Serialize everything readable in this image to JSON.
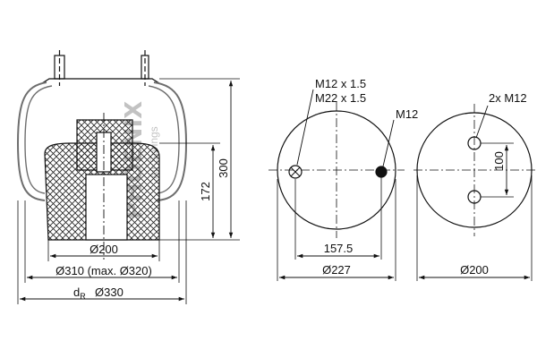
{
  "colors": {
    "line": "#111111",
    "rubber": "#6e6e6e",
    "watermark": "#9a9a9a",
    "hatch": "#222222"
  },
  "watermark": {
    "brand": "PHOENIX",
    "sub": "Air Springs"
  },
  "side_view": {
    "labels": {
      "height_total": "300",
      "height_piston": "172",
      "dia_piston": "Ø200",
      "dia_bellow": "Ø310  (max. Ø320)",
      "dia_reference": "Ø330",
      "dr_symbol": "d",
      "dr_subscript": "R"
    }
  },
  "top_plate": {
    "labels": {
      "thread1": "M12 x 1.5",
      "thread2": "M22 x 1.5",
      "thread3": "M12",
      "bolt_spacing": "157.5",
      "diameter": "Ø227"
    }
  },
  "bottom_plate": {
    "labels": {
      "thread": "2x M12",
      "hole_spacing": "100",
      "diameter": "Ø200"
    }
  }
}
